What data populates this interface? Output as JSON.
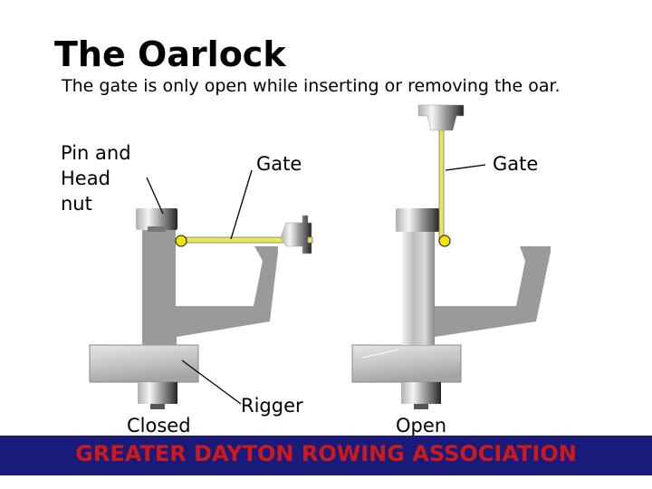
{
  "slide": {
    "title": "The Oarlock",
    "subtitle": "The gate is only open while inserting or removing the oar."
  },
  "labels": {
    "pin_and_head_nut": "Pin and\nHead\nnut",
    "gate_left": "Gate",
    "gate_right": "Gate",
    "rigger": "Rigger",
    "closed": "Closed",
    "open": "Open"
  },
  "footer": {
    "text": "GREATER DAYTON ROWING ASSOCIATION"
  },
  "colors": {
    "background": "#ffffff",
    "metal_gray": "#9a9a9a",
    "metal_light": "#d6d6d6",
    "gate_yellow": "#e8e85a",
    "pin_yellow": "#f2e600",
    "footer_bg": "#1a1a7a",
    "footer_text": "#cc1a1a"
  }
}
